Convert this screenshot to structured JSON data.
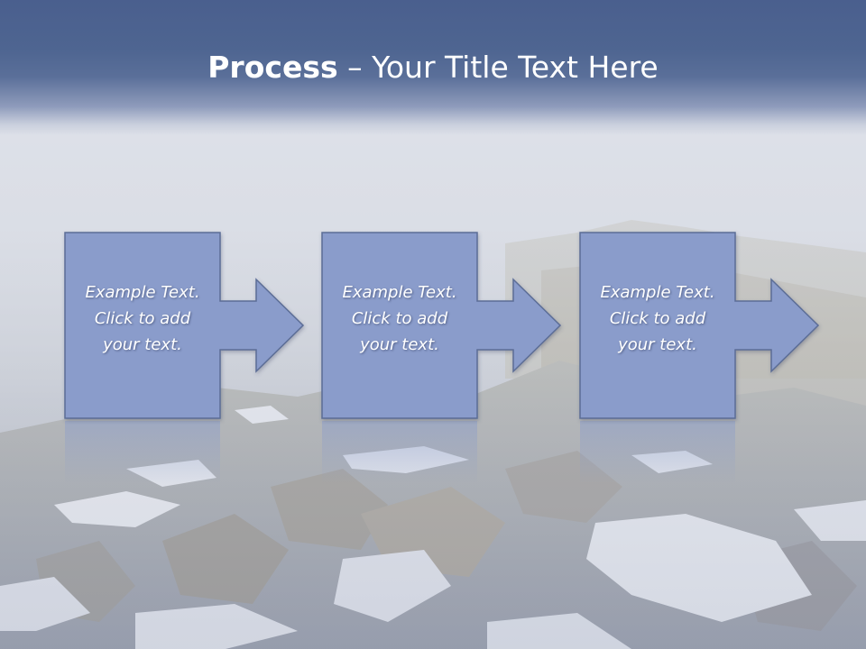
{
  "slide": {
    "title_bold": "Process",
    "title_rest": " – Your Title Text Here"
  },
  "steps": [
    {
      "text": "Example Text.\nClick  to add\nyour text."
    },
    {
      "text": "Example Text.\nClick  to add\nyour text."
    },
    {
      "text": "Example Text.\nClick  to add\nyour text."
    }
  ],
  "colors": {
    "title_band": "#4a5f8e",
    "step_fill": "#8a9ccb",
    "step_stroke": "#5b6d96",
    "text": "#ffffff"
  }
}
